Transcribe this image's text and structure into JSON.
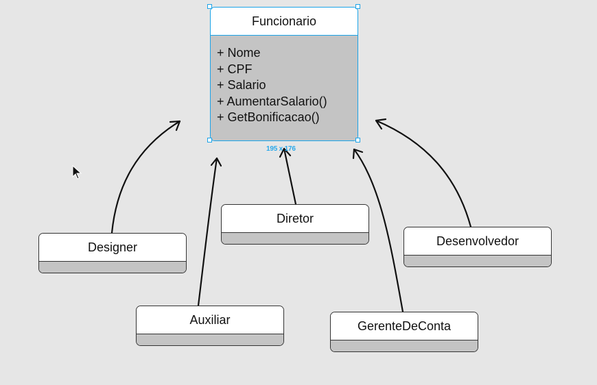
{
  "diagram": {
    "superclass": {
      "name": "Funcionario",
      "members": [
        "+ Nome",
        "+ CPF",
        "+ Salario",
        "+ AumentarSalario()",
        "+ GetBonificacao()"
      ]
    },
    "selection_size_label": "195 x 176",
    "subclasses": {
      "designer": "Designer",
      "auxiliar": "Auxiliar",
      "diretor": "Diretor",
      "gerente": "GerenteDeConta",
      "desenvolvedor": "Desenvolvedor"
    }
  },
  "colors": {
    "selection": "#1aa3e8",
    "class_body": "#c4c4c4",
    "canvas": "#e6e6e6"
  },
  "icons": {
    "cursor": "mouse-pointer-icon"
  }
}
